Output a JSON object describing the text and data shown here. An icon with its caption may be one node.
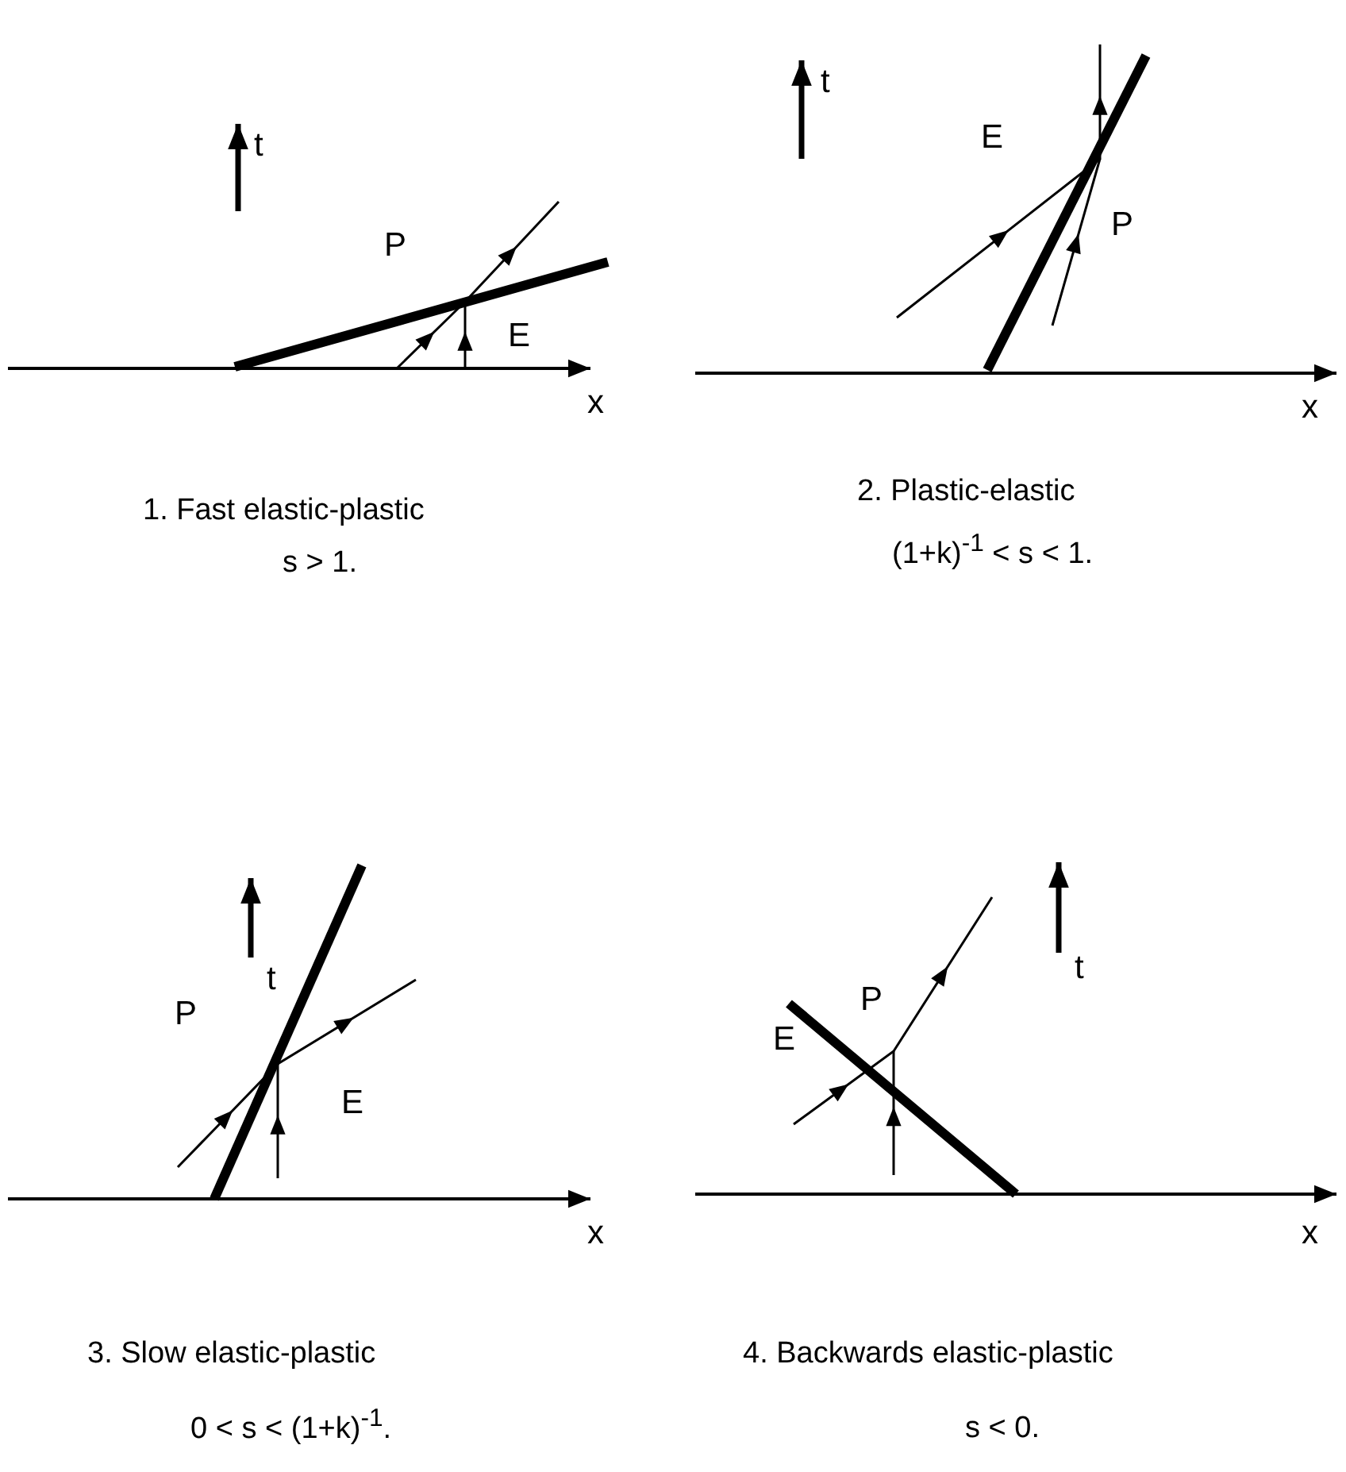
{
  "diagram": {
    "labels": [
      "t",
      "P",
      "E",
      "x",
      "1.   Fast elastic-plastic",
      "s  > 1.",
      "t",
      "E",
      "P",
      "x",
      "2.   Plastic-elastic",
      "(1+k)$^{-1}$ < s < 1.",
      "t",
      "P",
      "E",
      "x",
      "3.   Slow elastic-plastic",
      "0 < s < (1+k)$^{-1}$.",
      "t",
      "P",
      "E",
      "x",
      "4.   Backwards elastic-plastic",
      "s < 0."
    ]
  }
}
